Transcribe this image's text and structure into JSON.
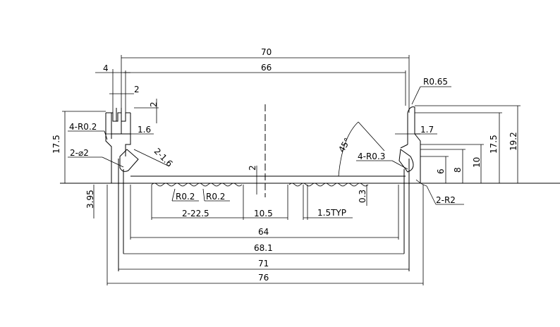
{
  "dimensions": {
    "top_overall": "70",
    "top_inner": "66",
    "flange_width": "4",
    "slot_depth": "2",
    "slot_height": "2",
    "slot_width": "1.6",
    "left_height": "17.5",
    "left_fillet": "4-R0.2",
    "hole_dia": "2-⌀2",
    "chamfer": "2-1.6",
    "bottom_offset": "3.95",
    "right_radius_top": "R0.65",
    "right_slot_width": "1.7",
    "right_fillet": "4-R0.3",
    "angle": "45°",
    "center_height": "2",
    "h6": "6",
    "h8": "8",
    "h10": "10",
    "right_height_17": "17.5",
    "right_height_19": "19.2",
    "ridge_depth": "0.3",
    "outer_corner_radius": "2-R2",
    "ridge_radius_a": "R0.2",
    "ridge_radius_b": "R0.2",
    "rib_span": "2-22.5",
    "center_gap": "10.5",
    "pitch": "1.5TYP",
    "inner_64": "64",
    "width_68": "68.1",
    "width_71": "71",
    "width_76": "76"
  }
}
